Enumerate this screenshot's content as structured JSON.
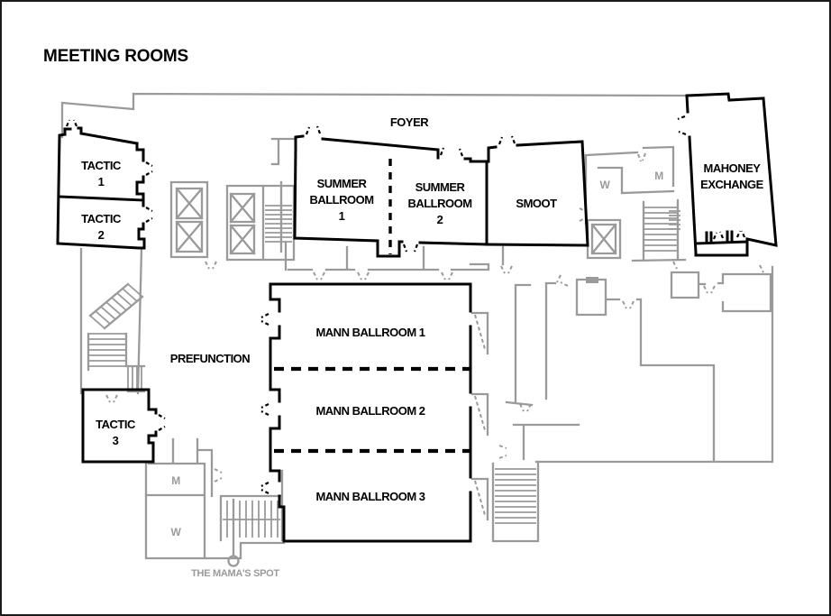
{
  "title": "MEETING ROOMS",
  "colors": {
    "room_outline": "#000000",
    "building_outline": "#9a9a9a",
    "background": "#ffffff"
  },
  "areas": {
    "foyer": "FOYER",
    "prefunction": "PREFUNCTION",
    "mamas_spot": "THE MAMA'S SPOT"
  },
  "rooms": {
    "tactic1": [
      "TACTIC",
      "1"
    ],
    "tactic2": [
      "TACTIC",
      "2"
    ],
    "tactic3": [
      "TACTIC",
      "3"
    ],
    "summer1": [
      "SUMMER",
      "BALLROOM",
      "1"
    ],
    "summer2": [
      "SUMMER",
      "BALLROOM",
      "2"
    ],
    "smoot": "SMOOT",
    "mahoney": [
      "MAHONEY",
      "EXCHANGE"
    ],
    "mann1": "MANN BALLROOM 1",
    "mann2": "MANN BALLROOM 2",
    "mann3": "MANN BALLROOM 3"
  },
  "restrooms": {
    "men": "M",
    "women": "W"
  }
}
